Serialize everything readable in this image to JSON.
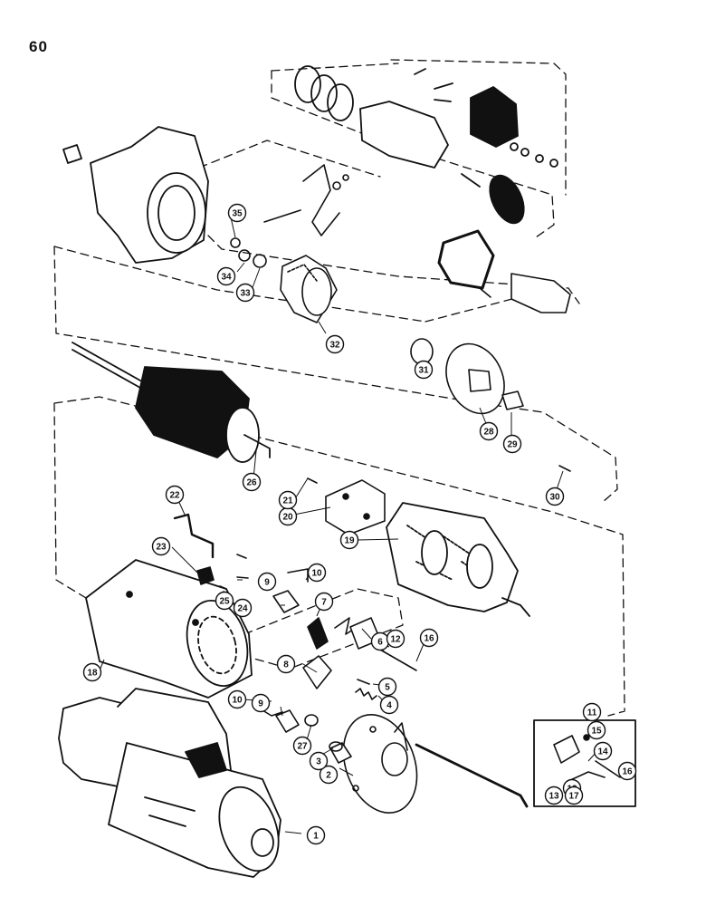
{
  "page_number": "60",
  "callouts": [
    {
      "id": "c1",
      "label": "1"
    },
    {
      "id": "c2",
      "label": "2"
    },
    {
      "id": "c3",
      "label": "3"
    },
    {
      "id": "c4",
      "label": "4"
    },
    {
      "id": "c5",
      "label": "5"
    },
    {
      "id": "c6",
      "label": "6"
    },
    {
      "id": "c7",
      "label": "7"
    },
    {
      "id": "c8",
      "label": "8"
    },
    {
      "id": "c9a",
      "label": "9"
    },
    {
      "id": "c9b",
      "label": "9"
    },
    {
      "id": "c10a",
      "label": "10"
    },
    {
      "id": "c10b",
      "label": "10"
    },
    {
      "id": "c11",
      "label": "11"
    },
    {
      "id": "c12a",
      "label": "12"
    },
    {
      "id": "c12b",
      "label": "12"
    },
    {
      "id": "c13",
      "label": "13"
    },
    {
      "id": "c14",
      "label": "14"
    },
    {
      "id": "c15",
      "label": "15"
    },
    {
      "id": "c16a",
      "label": "16"
    },
    {
      "id": "c16b",
      "label": "16"
    },
    {
      "id": "c17",
      "label": "17"
    },
    {
      "id": "c18",
      "label": "18"
    },
    {
      "id": "c19",
      "label": "19"
    },
    {
      "id": "c20",
      "label": "20"
    },
    {
      "id": "c21",
      "label": "21"
    },
    {
      "id": "c22",
      "label": "22"
    },
    {
      "id": "c23",
      "label": "23"
    },
    {
      "id": "c24",
      "label": "24"
    },
    {
      "id": "c25",
      "label": "25"
    },
    {
      "id": "c26",
      "label": "26"
    },
    {
      "id": "c27",
      "label": "27"
    },
    {
      "id": "c28",
      "label": "28"
    },
    {
      "id": "c29",
      "label": "29"
    },
    {
      "id": "c30",
      "label": "30"
    },
    {
      "id": "c31",
      "label": "31"
    },
    {
      "id": "c32",
      "label": "32"
    },
    {
      "id": "c33",
      "label": "33"
    },
    {
      "id": "c34",
      "label": "34"
    },
    {
      "id": "c35",
      "label": "35"
    }
  ]
}
